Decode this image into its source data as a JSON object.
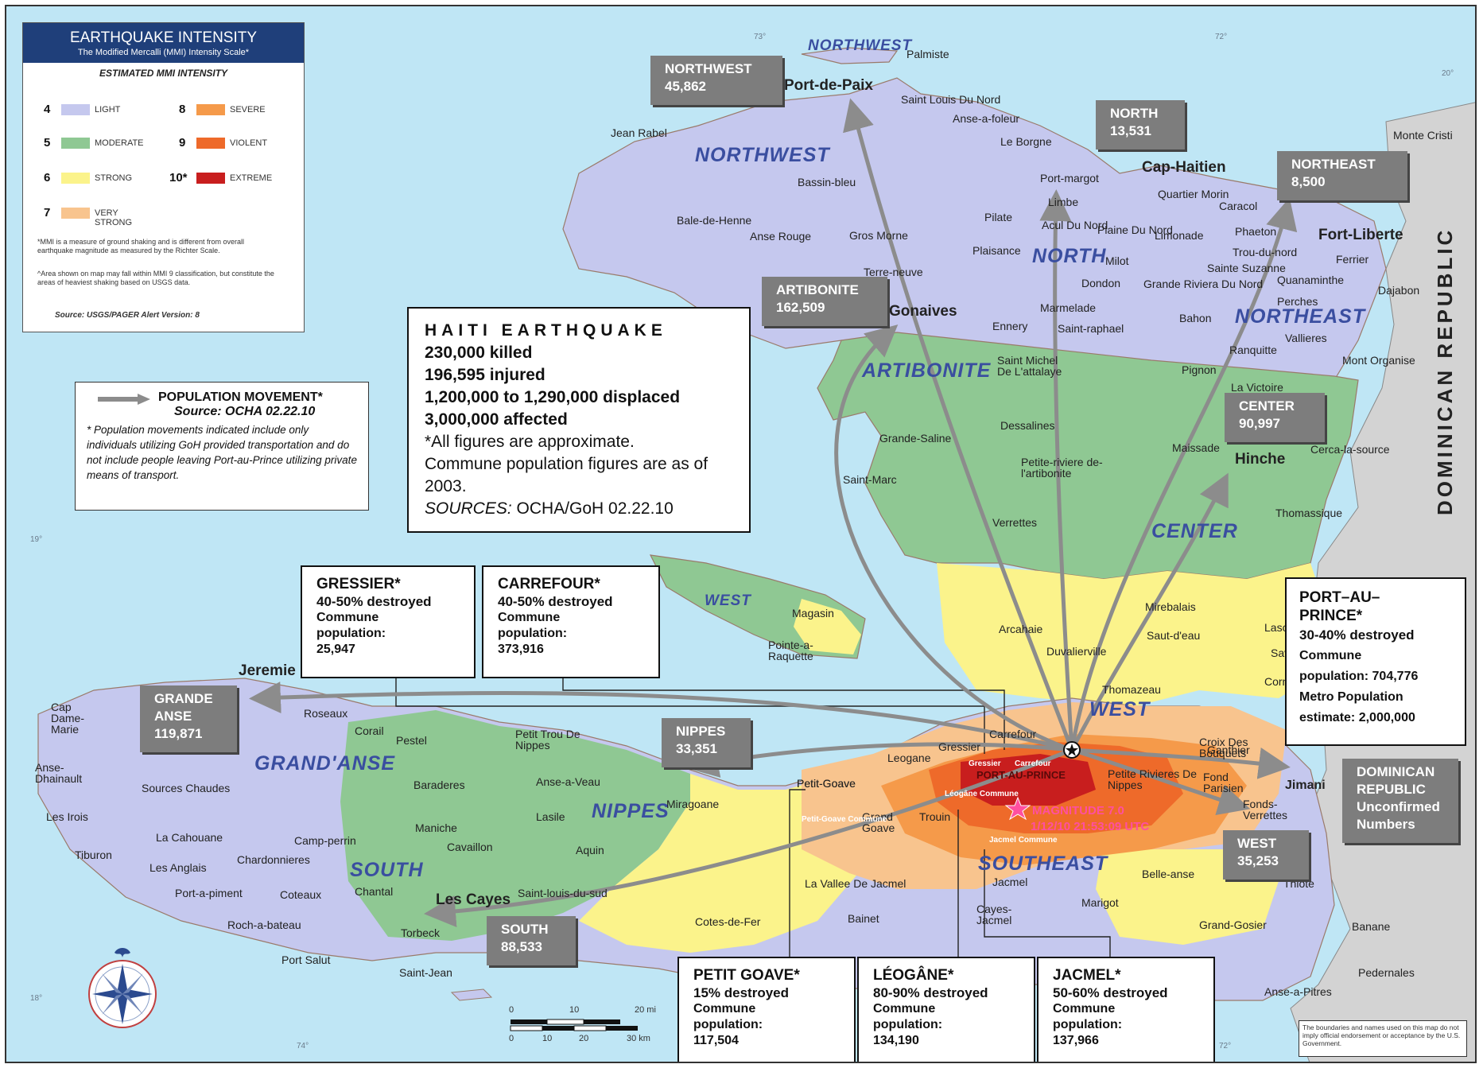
{
  "legend": {
    "title": "EARTHQUAKE INTENSITY",
    "subtitle": "The Modified Mercalli (MMI) Intensity Scale*",
    "scale_heading": "ESTIMATED MMI INTENSITY",
    "levels": [
      {
        "num": "4",
        "label": "LIGHT",
        "color": "#c5c8ee"
      },
      {
        "num": "5",
        "label": "MODERATE",
        "color": "#8fc893"
      },
      {
        "num": "6",
        "label": "STRONG",
        "color": "#fbf38b"
      },
      {
        "num": "7",
        "label": "VERY STRONG",
        "color": "#f8c48e"
      },
      {
        "num": "8",
        "label": "SEVERE",
        "color": "#f59a4a"
      },
      {
        "num": "9",
        "label": "VIOLENT",
        "color": "#ee6a2a"
      },
      {
        "num": "10*",
        "label": "EXTREME",
        "color": "#c81e1e"
      }
    ],
    "note1": "*MMI is a measure of ground shaking and is different from overall earthquake magnitude as measured by the Richter Scale.",
    "note2": "^Area shown on map may fall within MMI 9 classification, but constitute the areas of heaviest shaking based on USGS data.",
    "source": "Source: USGS/PAGER Alert Version: 8"
  },
  "population_movement": {
    "title": "POPULATION MOVEMENT*",
    "source": "Source: OCHA 02.22.10",
    "note": "* Population movements indicated include only individuals utilizing GoH provided transportation and do not include people leaving Port-au-Prince utilizing private means of transport."
  },
  "summary": {
    "heading": "HAITI EARTHQUAKE",
    "killed": "230,000 killed",
    "injured": "196,595 injured",
    "displaced": "1,200,000 to 1,290,000 displaced",
    "affected": "3,000,000 affected",
    "note1": "*All figures are approximate.",
    "note2": "Commune population figures are as of 2003.",
    "sources_label": "SOURCES:",
    "sources_value": " OCHA/GoH 02.22.10"
  },
  "destinations": [
    {
      "name": "NORTHWEST",
      "value": "45,862"
    },
    {
      "name": "NORTH",
      "value": "13,531"
    },
    {
      "name": "NORTHEAST",
      "value": "8,500"
    },
    {
      "name": "ARTIBONITE",
      "value": "162,509"
    },
    {
      "name": "CENTER",
      "value": "90,997"
    },
    {
      "name": "GRANDE",
      "name2": "ANSE",
      "value": "119,871"
    },
    {
      "name": "NIPPES",
      "value": "33,351"
    },
    {
      "name": "SOUTH",
      "value": "88,533"
    },
    {
      "name": "WEST",
      "value": "35,253"
    },
    {
      "name": "DOMINICAN",
      "name2": "REPUBLIC",
      "name3": "Unconfirmed",
      "name4": "Numbers"
    }
  ],
  "communes": {
    "gressier": {
      "name": "GRESSIER*",
      "destroyed": "40-50% destroyed",
      "pop_label1": "Commune",
      "pop_label2": "population:",
      "pop": "25,947"
    },
    "carrefour": {
      "name": "CARREFOUR*",
      "destroyed": "40-50% destroyed",
      "pop_label1": "Commune",
      "pop_label2": "population:",
      "pop": "373,916"
    },
    "pap": {
      "name1": "PORT–AU–",
      "name2": "PRINCE*",
      "destroyed": "30-40% destroyed",
      "pop_label1": "Commune",
      "pop_line": "population: 704,776",
      "metro1": "Metro Population",
      "metro2": "estimate: 2,000,000"
    },
    "petit_goave": {
      "name": "PETIT GOAVE*",
      "destroyed": "15% destroyed",
      "pop_label1": "Commune",
      "pop_label2": "population:",
      "pop": "117,504"
    },
    "leogane": {
      "name": "LÉOGÂNE*",
      "destroyed": "80-90% destroyed",
      "pop_label1": "Commune",
      "pop_label2": "population:",
      "pop": "134,190"
    },
    "jacmel": {
      "name": "JACMEL*",
      "destroyed": "50-60% destroyed",
      "pop_label1": "Commune",
      "pop_label2": "population:",
      "pop": "137,966"
    }
  },
  "departments": [
    "NORTHWEST",
    "NORTH",
    "NORTHEAST",
    "ARTIBONITE",
    "CENTER",
    "WEST",
    "GRAND'ANSE",
    "NIPPES",
    "SOUTH",
    "SOUTHEAST",
    "WEST"
  ],
  "country_label": "DOMINICAN REPUBLIC",
  "cities": [
    "Port-de-Paix",
    "Cap-Haitien",
    "Fort-Liberte",
    "Gonaives",
    "Hinche",
    "Jeremie",
    "Les Cayes",
    "Jimani",
    "Palmiste",
    "Saint Louis Du Nord",
    "Anse-a-foleur",
    "Le Borgne",
    "Jean Rabel",
    "Monte Cristi",
    "Bassin-bleu",
    "Port-margot",
    "Limbe",
    "Quartier Morin",
    "Caracol",
    "Bale-de-Henne",
    "Anse Rouge",
    "Gros Morne",
    "Pilate",
    "Acul Du Nord",
    "Plaine Du Nord",
    "Limonade",
    "Phaeton",
    "Trou-du-nord",
    "Ferrier",
    "Sainte Suzanne",
    "Quanaminthe",
    "Dajabon",
    "Terre-neuve",
    "Plaisance",
    "Milot",
    "Dondon",
    "Grande Riviera Du Nord",
    "Perches",
    "Marmelade",
    "Bahon",
    "Vallieres",
    "Ennery",
    "Saint-raphael",
    "Ranquitte",
    "Mont Organise",
    "Saint Michel De L'attalaye",
    "Pignon",
    "La Victoire",
    "Dessalines",
    "Grande-Saline",
    "Maissade",
    "Cerca-la-source",
    "Petite-riviere de-l'artibonite",
    "Saint-Marc",
    "Thomassique",
    "Verrettes",
    "Mirebalais",
    "Lascahobas",
    "Saut-d'eau",
    "Arcahaie",
    "Duvalierville",
    "Savenette",
    "Cornillon",
    "Thomazeau",
    "Croix Des Bouquets",
    "Ganthier",
    "Petite Rivieres De Nippes",
    "Fond Parisien",
    "Fonds-Verrettes",
    "Carrefour",
    "Gressier",
    "Leogane",
    "Petit-Goave",
    "Grand Goave",
    "Trouin",
    "Jacmel",
    "Cayes-Jacmel",
    "Marigot",
    "Belle-anse",
    "Thiote",
    "Grand-Gosier",
    "Banane",
    "Pedernales",
    "Anse-a-Pitres",
    "La Vallee De Jacmel",
    "Bainet",
    "Cotes-de-Fer",
    "Aquin",
    "Saint-louis-du-sud",
    "Cavaillon",
    "Camp-perrin",
    "Maniche",
    "Chantal",
    "Torbeck",
    "Saint-Jean",
    "Port Salut",
    "Roch-a-bateau",
    "Coteaux",
    "Port-a-piment",
    "Chardonnieres",
    "Les Anglais",
    "Tiburon",
    "La Cahouane",
    "Les Irois",
    "Sources Chaudes",
    "Anse-Dhainault",
    "Cap Dame-Marie",
    "Roseaux",
    "Corail",
    "Pestel",
    "Baraderes",
    "Anse-a-Veau",
    "Petit Trou De Nippes",
    "Lasile",
    "Miragoane",
    "Petit-Goave",
    "Magasin",
    "Pointe-a-Raquette"
  ],
  "epicenter": {
    "label1": "MAGNITUDE 7.0",
    "label2": "1/12/10 21:53:09 UTC"
  },
  "pap_map_label": "PORT-AU-PRINCE",
  "commune_map_labels": [
    "Gressier",
    "Carrefour",
    "Léogâne Commune",
    "Petit-Goave Commune",
    "Jacmel Commune"
  ],
  "graticule": [
    "73°",
    "72°",
    "20°",
    "19°",
    "18°",
    "74°",
    "72°"
  ],
  "scale": {
    "mi_ticks": [
      "0",
      "10",
      "20 mi"
    ],
    "km_ticks": [
      "0",
      "10",
      "20",
      "30 km"
    ]
  },
  "disclaimer": "The boundaries and names used on this map do not imply official endorsement or acceptance by the U.S. Government.",
  "colors": {
    "sea": "#bfe6f5",
    "light": "#c5c8ee",
    "moderate": "#8fc893",
    "strong": "#fbf38b",
    "very_strong": "#f8c48e",
    "severe": "#f59a4a",
    "violent": "#ee6a2a",
    "extreme": "#c81e1e",
    "dr": "#d3d3d3",
    "box_gray": "#7d7d7d",
    "legend_head": "#1f3f7a",
    "arrow": "#8c8c8c"
  }
}
